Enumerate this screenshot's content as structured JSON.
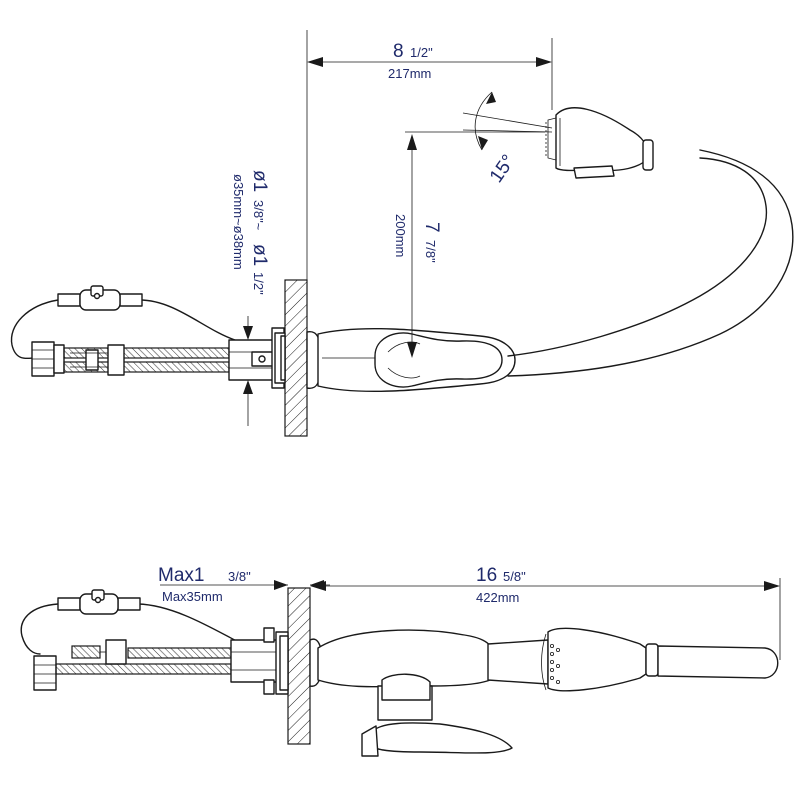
{
  "top_view": {
    "width_dim": {
      "whole": "8",
      "frac": "1/2\"",
      "mm": "217mm"
    },
    "height_dim": {
      "whole": "7",
      "frac": "7/8\"",
      "mm": "200mm"
    },
    "angle_dim": {
      "label": "15°"
    },
    "hole_dim": {
      "main": "ø1",
      "frac1": "3/8\"~",
      "main2": "ø1",
      "frac2": "1/2\"",
      "mm": "ø35mm~ø38mm"
    }
  },
  "bottom_view": {
    "thickness_dim": {
      "main": "Max1",
      "frac": "3/8\"",
      "mm": "Max35mm"
    },
    "length_dim": {
      "whole": "16",
      "frac": "5/8\"",
      "mm": "422mm"
    }
  }
}
